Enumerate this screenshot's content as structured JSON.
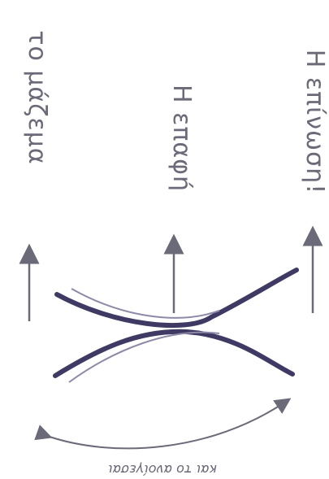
{
  "labels": {
    "left": "το μάζεμα",
    "middle": "Η επαφή",
    "right": "Η επίνωση!",
    "bottom": "και το ανοίγεσαι"
  },
  "colors": {
    "background": "#ffffff",
    "curve_dark": "#3f3a63",
    "curve_light": "#8c8aa6",
    "pencil": "#6a6a78"
  }
}
